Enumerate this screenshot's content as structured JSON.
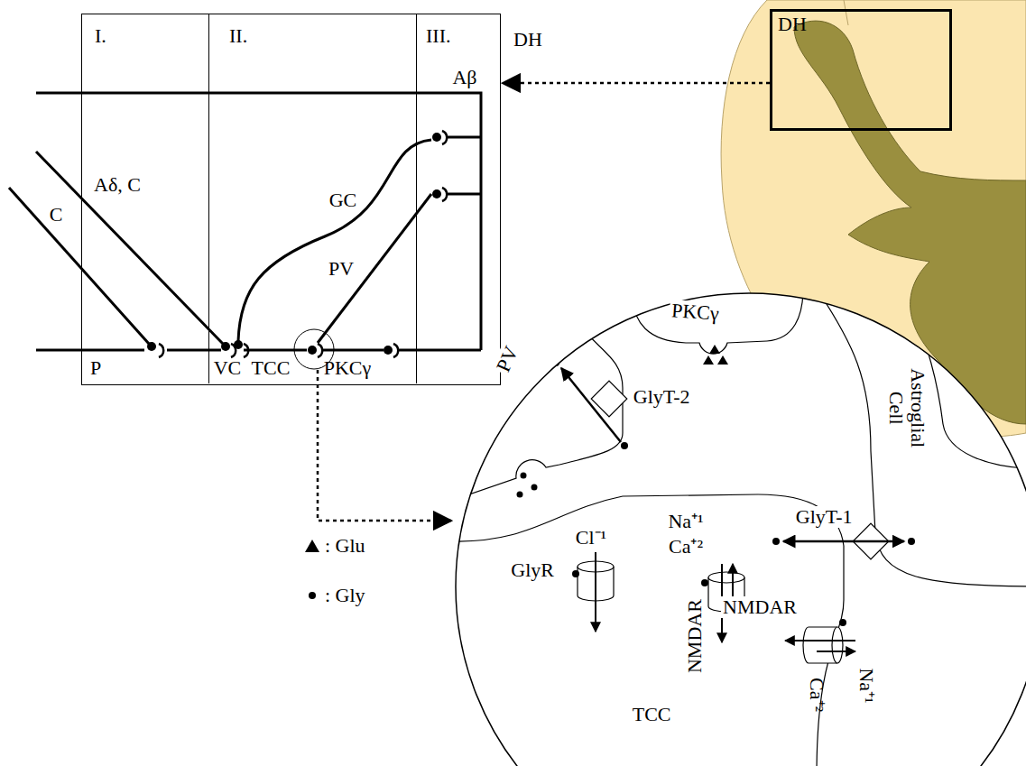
{
  "diagram": {
    "nodes": [
      {
        "text": [
          "DH"
        ]
      },
      {
        "text": [
          "I."
        ],
        "in": 0
      },
      {
        "text": [
          "II."
        ],
        "in": 0
      },
      {
        "text": [
          "III."
        ],
        "in": 0
      },
      {
        "text": [
          "DH"
        ]
      },
      {
        "text": [
          "PKCγ"
        ]
      },
      {
        "text": [
          "PV"
        ]
      },
      {
        "text": [
          "GlyT-2"
        ]
      },
      {
        "text": [
          "Astroglial Cell"
        ]
      },
      {
        "text": [
          "GlyT-1"
        ]
      },
      {
        "text": [
          "TCC"
        ]
      },
      {
        "text": [
          "GlyR"
        ]
      },
      {
        "text": [
          "NMDAR"
        ]
      },
      {
        "text": [
          "NMDAR"
        ]
      }
    ],
    "edges": [
      {
        "from": 4,
        "to": 0,
        "arrow": "to"
      }
    ],
    "labels": [
      "Aβ",
      "Aδ, C",
      "C",
      "GC",
      "PV",
      "P",
      "VC",
      "TCC",
      "PKCγ",
      "Cl⁻¹",
      "Na⁺¹",
      "Ca⁺²",
      "Na⁺¹",
      "Ca⁺²"
    ],
    "legend": [
      {
        "text": ": Glu"
      },
      {
        "text": ": Gly"
      }
    ]
  }
}
